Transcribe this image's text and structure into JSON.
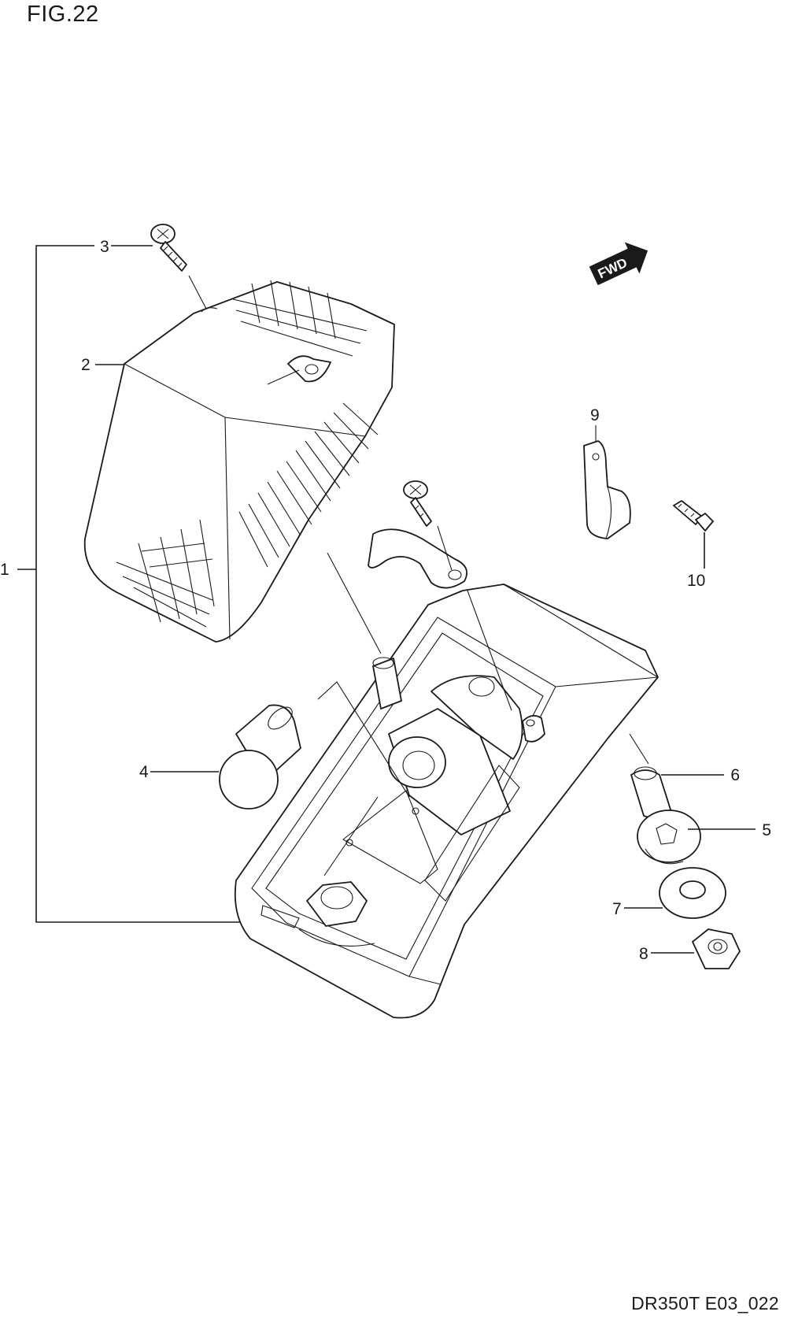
{
  "figure_title": "FIG.22",
  "drawing_code": "DR350T E03_022",
  "direction_badge": "FWD",
  "callouts": [
    {
      "id": "1",
      "label": "1"
    },
    {
      "id": "2",
      "label": "2"
    },
    {
      "id": "3",
      "label": "3"
    },
    {
      "id": "4",
      "label": "4"
    },
    {
      "id": "5",
      "label": "5"
    },
    {
      "id": "6",
      "label": "6"
    },
    {
      "id": "7",
      "label": "7"
    },
    {
      "id": "8",
      "label": "8"
    },
    {
      "id": "9",
      "label": "9"
    },
    {
      "id": "10",
      "label": "10"
    }
  ]
}
